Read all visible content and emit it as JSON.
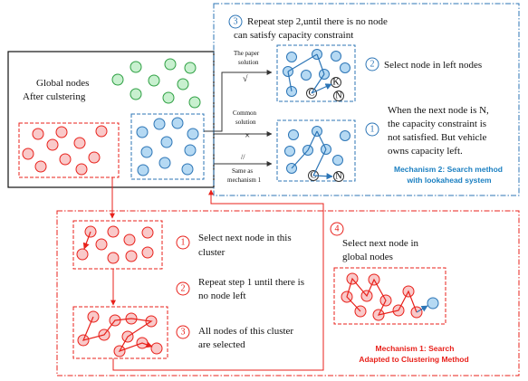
{
  "global_box": {
    "title_line1": "Global nodes",
    "title_line2": "After culstering"
  },
  "mechanism1": {
    "title_line1": "Mechanism 1: Search",
    "title_line2": "Adapted to Clustering Method",
    "steps": [
      {
        "num": "1",
        "line1": "Select next node in this",
        "line2": "cluster"
      },
      {
        "num": "2",
        "line1": "Repeat step 1 until there is",
        "line2": "no node left"
      },
      {
        "num": "3",
        "line1": "All nodes of this cluster",
        "line2": "are selected"
      },
      {
        "num": "4",
        "line1": "Select next node in",
        "line2": "global nodes"
      }
    ]
  },
  "mechanism2": {
    "title_line1": "Mechanism 2: Search method",
    "title_line2": "with lookahead system",
    "steps": [
      {
        "num": "1",
        "line1": "When the next node is N,",
        "line2": "the capacity constraint is",
        "line3": "not satisfied. But vehicle",
        "line4": "owns capacity left."
      },
      {
        "num": "2",
        "line1": "Select node in left nodes"
      },
      {
        "num": "3",
        "line1": "Repeat step 2,until there is no node",
        "line2": "can satisfy capacity constraint"
      }
    ]
  },
  "labels": {
    "paper_solution_line1": "The paper",
    "paper_solution_line2": "solution",
    "check_mark": "√",
    "common_solution_line1": "Common",
    "common_solution_line2": "solution",
    "cross_mark": "×",
    "same_as_line1": "Same as",
    "same_as_line2": "mechanism 1",
    "break_mark": "//"
  },
  "node_labels": {
    "c": "C",
    "k": "K",
    "n": "N"
  },
  "colors": {
    "green": "#2ea043",
    "blue": "#2c75b6",
    "red": "#e8211b",
    "mechanism2_title": "#1a7fc1"
  }
}
